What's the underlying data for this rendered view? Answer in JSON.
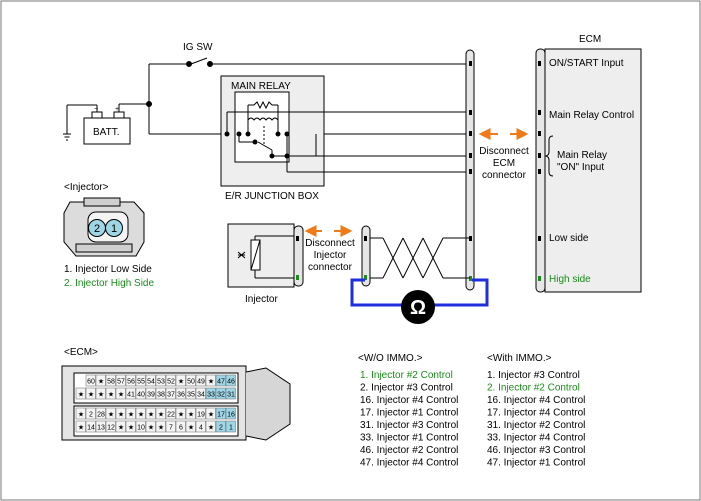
{
  "colors": {
    "green": "#1a8c1a",
    "blue": "#1f2fe0",
    "orange": "#f07a17",
    "box_gray": "#eeeeee",
    "pin_highlight": "#9fd6e6"
  },
  "labels": {
    "ig_sw": "IG SW",
    "batt": "BATT.",
    "main_relay": "MAIN RELAY",
    "er_junction_box": "E/R JUNCTION BOX",
    "ecm_title": "ECM",
    "disconnect_ecm_1": "Disconnect",
    "disconnect_ecm_2": "ECM",
    "disconnect_ecm_3": "connector",
    "disconnect_inj_1": "Disconnect",
    "disconnect_inj_2": "Injector",
    "disconnect_inj_3": "connector",
    "injector": "Injector",
    "ohm_symbol": "Ω"
  },
  "ecm_pins": {
    "on_start": "ON/START Input",
    "main_relay_control": "Main Relay Control",
    "main_relay_on_1": "Main Relay",
    "main_relay_on_2": "\"ON\" Input",
    "low_side": "Low side",
    "high_side": "High side"
  },
  "injector_legend": {
    "title": "<Injector>",
    "item1": "1. Injector Low Side",
    "item2": "2. Injector High Side",
    "pin2": "2",
    "pin1": "1"
  },
  "ecm_connector": {
    "title": "<ECM>",
    "row1": [
      "60",
      "★",
      "58",
      "57",
      "56",
      "55",
      "54",
      "53",
      "52",
      "★",
      "50",
      "49",
      "★",
      "47",
      "46"
    ],
    "row2": [
      "★",
      "★",
      "★",
      "★",
      "★",
      "41",
      "40",
      "39",
      "38",
      "37",
      "36",
      "35",
      "34",
      "33",
      "32",
      "31"
    ],
    "row3": [
      "★",
      "2",
      "28",
      "★",
      "★",
      "★",
      "★",
      "★",
      "★",
      "22",
      "★",
      "★",
      "19",
      "★",
      "17",
      "16"
    ],
    "row4": [
      "★",
      "14",
      "13",
      "12",
      "★",
      "★",
      "10",
      "★",
      "★",
      "7",
      "6",
      "★",
      "4",
      "★",
      "2",
      "1"
    ]
  },
  "wo_immo": {
    "title": "<W/O IMMO.>",
    "items": [
      "1. Injector #2 Control",
      "2. Injector #3 Control",
      "16. Injector #4 Control",
      "17. Injector #1 Control",
      "31. Injector #3 Control",
      "33. Injector #1 Control",
      "46. Injector #2 Control",
      "47. Injector #4 Control"
    ]
  },
  "with_immo": {
    "title": "<With IMMO.>",
    "items": [
      "1. Injector #3 Control",
      "2. Injector #2 Control",
      "16. Injector #4 Control",
      "17. Injector #4 Control",
      "31. Injector #2 Control",
      "33. Injector #4 Control",
      "46. Injector #3 Control",
      "47. Injector #1 Control"
    ]
  }
}
